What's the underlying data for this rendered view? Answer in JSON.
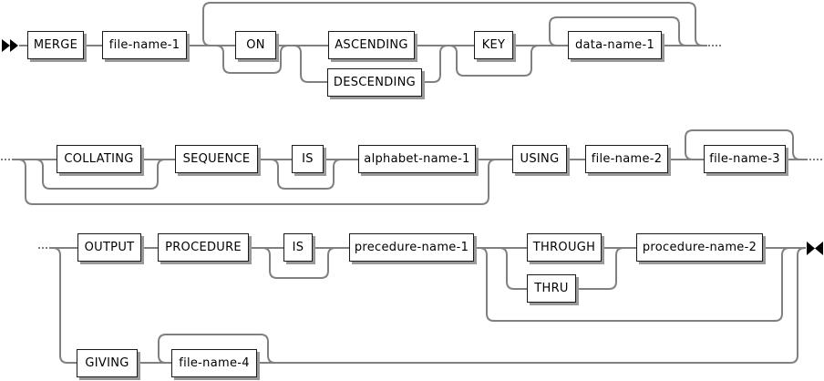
{
  "icons": {
    "start_arrow": "▶▶",
    "end_arrow": "▶◀"
  },
  "row1": {
    "merge": "MERGE",
    "file_name_1": "file-name-1",
    "on": "ON",
    "ascending": "ASCENDING",
    "descending": "DESCENDING",
    "key": "KEY",
    "data_name_1": "data-name-1"
  },
  "row2": {
    "collating": "COLLATING",
    "sequence": "SEQUENCE",
    "is": "IS",
    "alphabet_name_1": "alphabet-name-1",
    "using": "USING",
    "file_name_2": "file-name-2",
    "file_name_3": "file-name-3"
  },
  "row3": {
    "output": "OUTPUT",
    "procedure": "PROCEDURE",
    "is": "IS",
    "precedure_name_1": "precedure-name-1",
    "through": "THROUGH",
    "thru": "THRU",
    "procedure_name_2": "procedure-name-2",
    "giving": "GIVING",
    "file_name_4": "file-name-4"
  },
  "colors": {
    "line": "#808080",
    "box_border": "#1a1a1a",
    "box_shadow": "#999999",
    "text": "#000000",
    "background": "#ffffff"
  }
}
